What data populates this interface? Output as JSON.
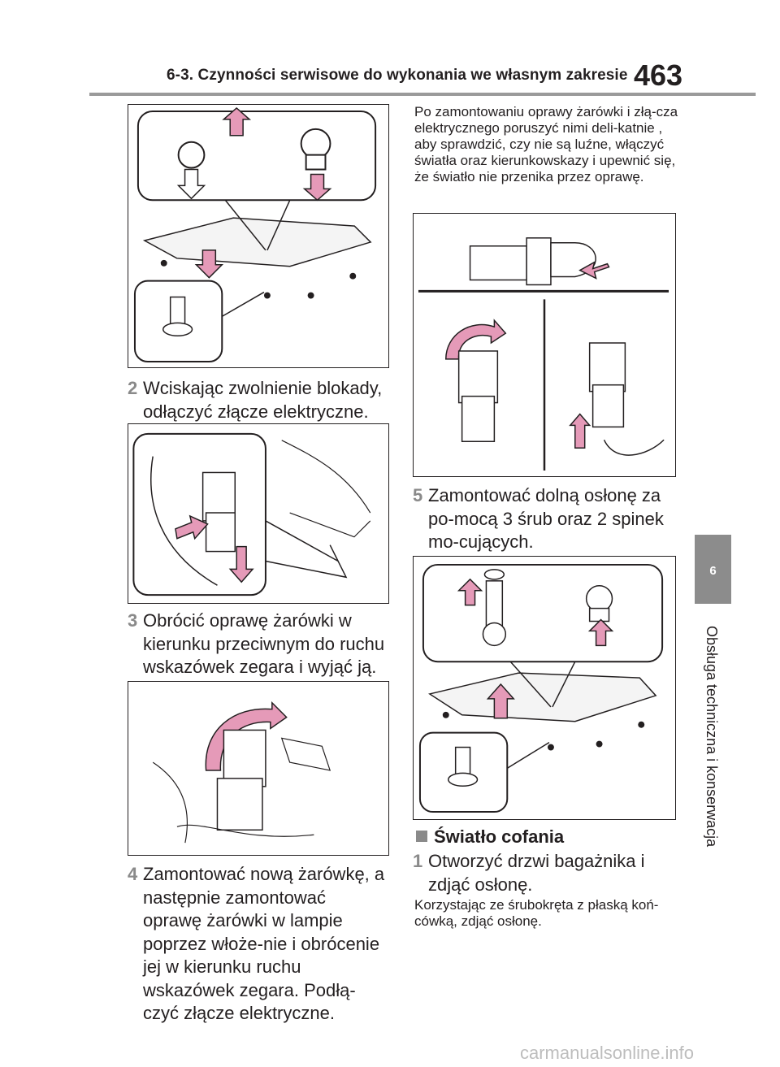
{
  "header": {
    "title": "6-3. Czynności serwisowe do wykonania we własnym zakresie",
    "page_number": "463"
  },
  "side_tab": {
    "chapter": "6",
    "label": "Obsługa techniczna i konserwacja"
  },
  "steps": {
    "s2": {
      "num": "2",
      "text": "Wciskając zwolnienie blokady, odłączyć złącze elektryczne."
    },
    "s3": {
      "num": "3",
      "text": "Obrócić oprawę żarówki w kierunku przeciwnym do ruchu wskazówek zegara i wyjąć ją."
    },
    "s4": {
      "num": "4",
      "text": "Zamontować nową żarówkę, a następnie zamontować oprawę żarówki w lampie poprzez włoże-nie i obrócenie jej w kierunku ruchu wskazówek zegara. Podłą-czyć złącze elektryczne."
    },
    "s5": {
      "num": "5",
      "text": "Zamontować dolną osłonę za po-mocą 3 śrub oraz 2 spinek mo-cujących."
    },
    "b1": {
      "num": "1",
      "text": "Otworzyć drzwi bagażnika i zdjąć osłonę."
    }
  },
  "notes": {
    "after_install": "Po zamontowaniu oprawy żarówki i złą-cza elektrycznego poruszyć nimi deli-katnie , aby sprawdzić, czy nie są luźne, włączyć światła oraz kierunkowskazy i upewnić się, że światło nie przenika przez oprawę.",
    "screwdriver": "Korzystając ze śrubokręta z płaską koń-cówką, zdjąć osłonę."
  },
  "section": {
    "title": "Światło cofania"
  },
  "watermark": "carmanualsonline.info",
  "colors": {
    "arrow_fill": "#e59ab8",
    "arrow_stroke": "#231f20",
    "tab_gray": "#8c8c8c"
  }
}
